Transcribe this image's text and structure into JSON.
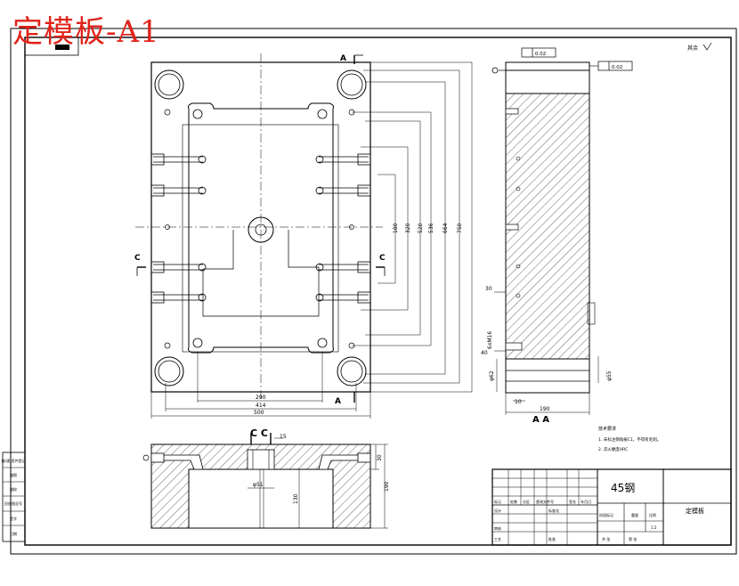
{
  "title": "定模板-A1",
  "drawing": {
    "top_stamp": "",
    "section_a": "A",
    "section_c": "C",
    "section_cc": "C C",
    "section_aa": "A A",
    "roughness_label": "其余",
    "flatness_box": "0.02",
    "parallel_box": "0.02",
    "tech_req_title": "技术要求",
    "tech_req_lines": [
      "1. 未标注倒角按C1，不得有毛刺。",
      "2. 淬火硬度HRC"
    ],
    "dims": {
      "w290": "290",
      "w414": "414",
      "w500": "500",
      "h180": "180",
      "h320": "320",
      "h520": "520",
      "h536": "536",
      "h664": "664",
      "h750": "750",
      "d30": "30",
      "d40": "40",
      "d10": "10",
      "d190": "190",
      "d55": "φ55",
      "d62": "φ62",
      "dM16": "6xM16",
      "d15": "15",
      "d51": "φ51",
      "d130": "130",
      "d190b": "190",
      "d30b": "30"
    }
  },
  "title_block": {
    "material": "45钢",
    "part_name": "定模板",
    "row_labels": [
      "标记",
      "处数",
      "分区",
      "更改文件号",
      "签名",
      "年月日"
    ],
    "design": "设计",
    "standard": "标准化",
    "stage_mark": "阶段标记",
    "weight": "重量",
    "scale": "比例",
    "scale_value": "1:2",
    "review": "审核",
    "process": "工艺",
    "approve": "批准",
    "sheets_total": "共 张",
    "sheet_num": "第 张"
  },
  "left_strip": [
    "借(通)用件登记",
    "描图",
    "描校",
    "旧底图总号",
    "签字",
    "日期"
  ]
}
